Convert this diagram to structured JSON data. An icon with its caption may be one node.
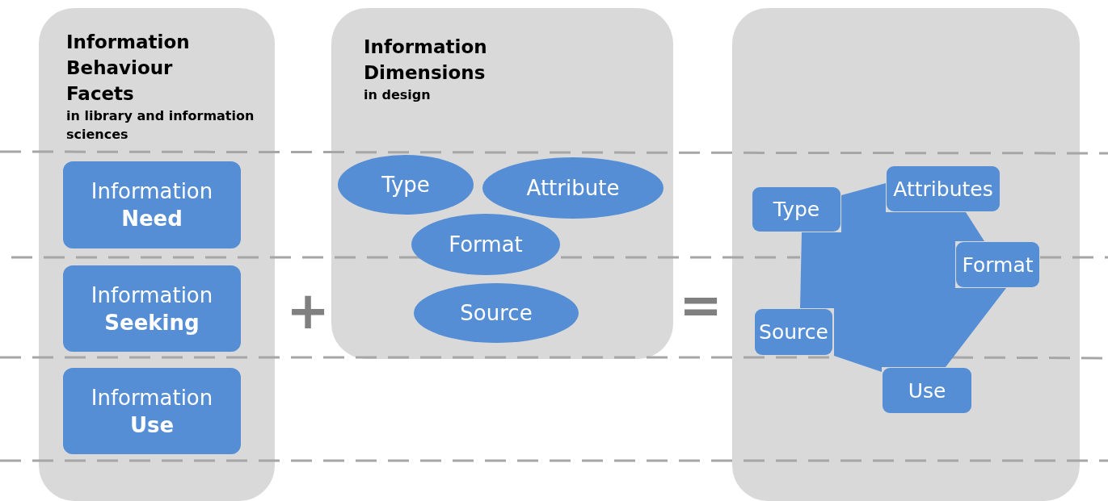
{
  "diagram": {
    "nodes": [
      {
        "text": [
          "Information Behaviour Facets",
          "in library and information sciences"
        ]
      },
      {
        "text": [
          "Information **Need**"
        ],
        "in": 0
      },
      {
        "text": [
          "Information **Seeking**"
        ],
        "in": 0
      },
      {
        "text": [
          "Information **Use**"
        ],
        "in": 0
      },
      {
        "text": [
          "Information Dimensions",
          "in design"
        ]
      },
      {
        "text": [
          "Type"
        ],
        "in": 4
      },
      {
        "text": [
          "Attribute"
        ],
        "in": 4
      },
      {
        "text": [
          "Format"
        ],
        "in": 4
      },
      {
        "text": [
          "Source"
        ],
        "in": 4
      },
      {
        "text": [],
        "shape": "box"
      },
      {
        "text": [],
        "shape": "polygon",
        "in": 9
      },
      {
        "text": [
          "Type"
        ],
        "in": 9
      },
      {
        "text": [
          "Attributes"
        ],
        "in": 9
      },
      {
        "text": [
          "Format"
        ],
        "in": 9
      },
      {
        "text": [
          "Source"
        ],
        "in": 9
      },
      {
        "text": [
          "Use"
        ],
        "in": 9
      }
    ],
    "labels": [
      "+",
      "="
    ]
  }
}
